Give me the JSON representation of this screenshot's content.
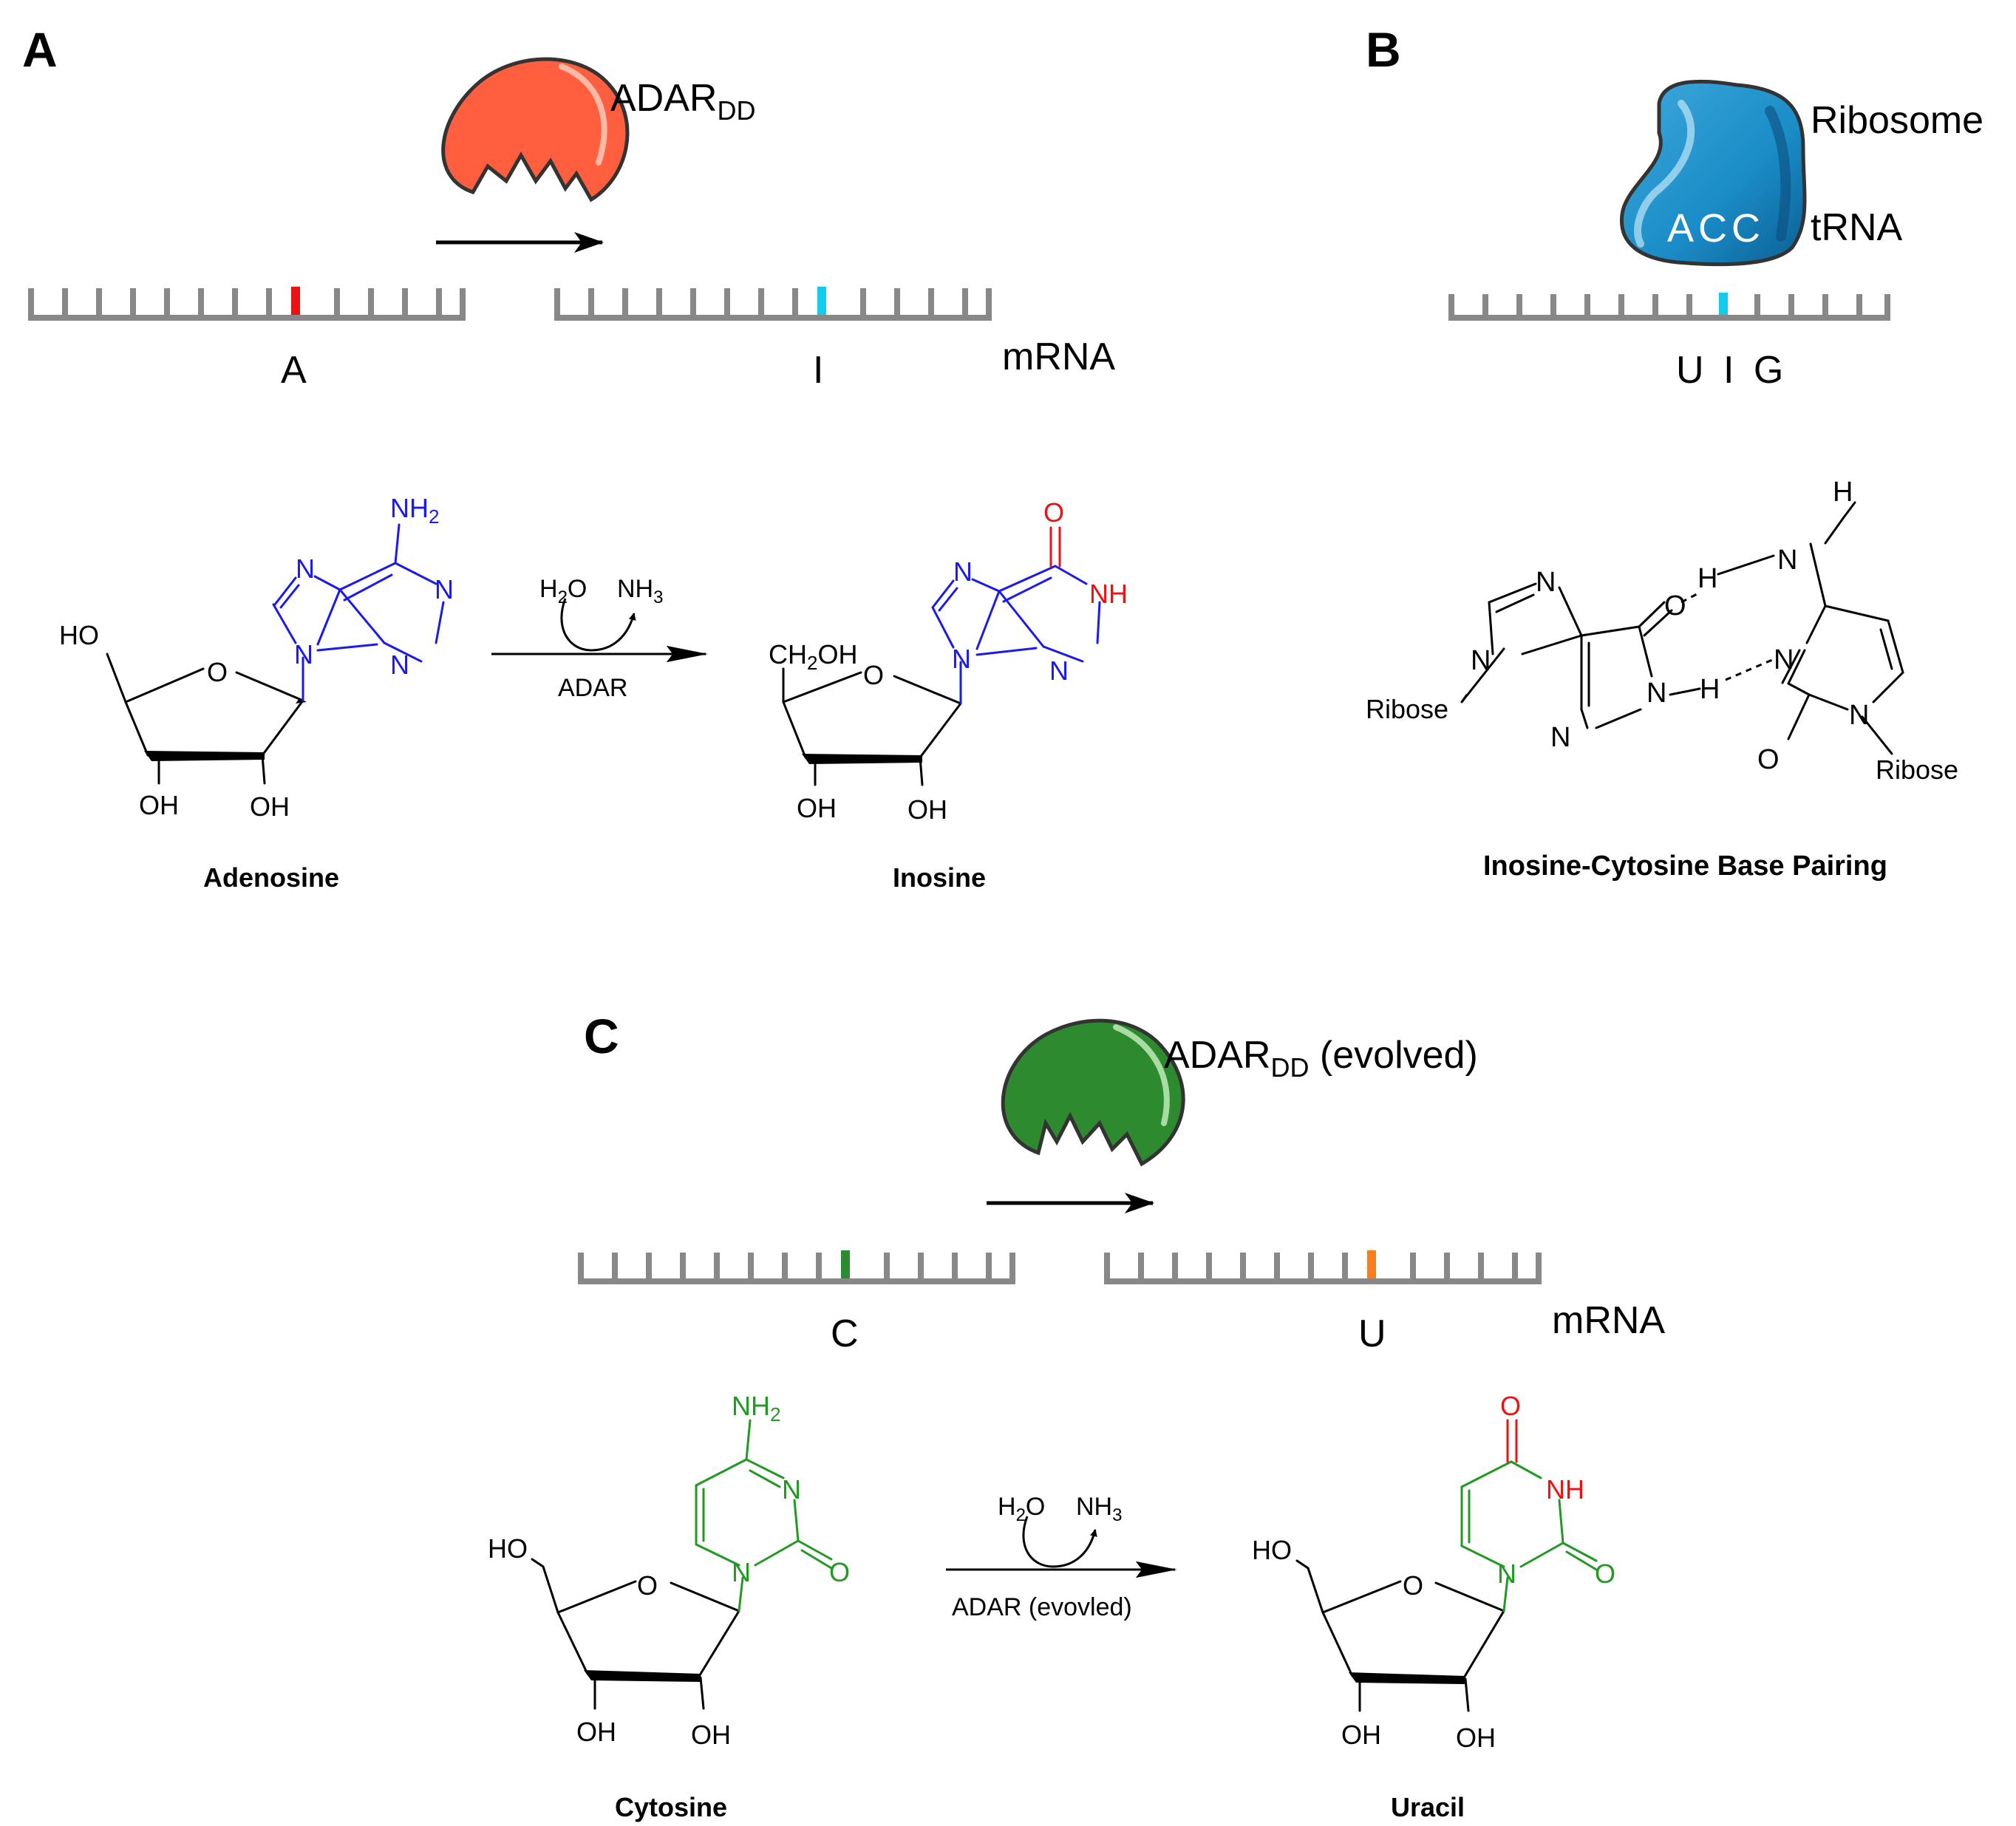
{
  "panels": {
    "A": {
      "label": "A",
      "enzyme_label": "ADAR",
      "enzyme_subscript": "DD",
      "enzyme_color": "#ff5f3f",
      "strand_left_base": "A",
      "strand_right_base": "I",
      "mrna_label": "mRNA",
      "edit_color_before": "#ee1111",
      "edit_color_after": "#11ccee",
      "reaction": {
        "reactant_name": "Adenosine",
        "product_name": "Inosine",
        "reagent_in": "H",
        "reagent_in_sub": "2",
        "reagent_in_tail": "O",
        "reagent_out": "NH",
        "reagent_out_sub": "3",
        "catalyst": "ADAR"
      },
      "atoms": {
        "nh2": "NH",
        "nh2_sub": "2",
        "n": "N",
        "ring_o": "O",
        "ho": "HO",
        "oh": "OH",
        "carbonyl_o": "O",
        "nh": "NH",
        "ch2oh_a": "CH",
        "ch2oh_sub": "2",
        "ch2oh_b": "OH"
      },
      "base_color_adenine": "#1a1aee",
      "highlight_color": "#ee1111"
    },
    "B": {
      "label": "B",
      "ribosome_label": "Ribosome",
      "trna_label": "tRNA",
      "anticodon": "ACC",
      "ribosome_color": "#1a8cc7",
      "codon": "U I G",
      "edit_color": "#11ccee",
      "pairing_title": "Inosine-Cytosine Base Pairing",
      "atoms": {
        "h": "H",
        "n": "N",
        "o": "O",
        "ribose": "Ribose"
      }
    },
    "C": {
      "label": "C",
      "enzyme_label": "ADAR",
      "enzyme_subscript": "DD",
      "enzyme_suffix": " (evolved)",
      "enzyme_color": "#2e8a2e",
      "strand_left_base": "C",
      "strand_right_base": "U",
      "mrna_label": "mRNA",
      "edit_color_before": "#2e8a2e",
      "edit_color_after": "#f57f20",
      "reaction": {
        "reactant_name": "Cytosine",
        "product_name": "Uracil",
        "reagent_in": "H",
        "reagent_in_sub": "2",
        "reagent_in_tail": "O",
        "reagent_out": "NH",
        "reagent_out_sub": "3",
        "catalyst": "ADAR (evovled)"
      },
      "atoms": {
        "nh2": "NH",
        "nh2_sub": "2",
        "n": "N",
        "ring_o": "O",
        "ho": "HO",
        "oh": "OH",
        "carbonyl_o": "O",
        "nh": "NH"
      },
      "base_color_cytosine": "#229922",
      "highlight_color": "#ee1111"
    }
  }
}
